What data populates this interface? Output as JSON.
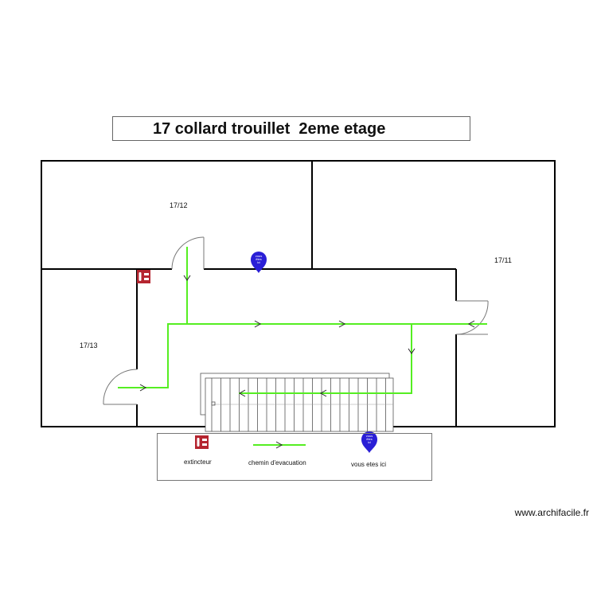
{
  "title": "17 collard trouillet  2eme etage",
  "rooms": {
    "r1712": "17/12",
    "r1711": "17/11",
    "r1713": "17/13"
  },
  "pin_text": [
    "vous",
    "êtes",
    "ici"
  ],
  "legend": {
    "extincteur": "extincteur",
    "evacuation": "chemin d'evacuation",
    "here": "vous etes ici"
  },
  "footer": "www.archifacile.fr",
  "colors": {
    "wall": "#000000",
    "evacuation": "#55ee22",
    "pin": "#2a1fd6",
    "extinguisher": "#b52530"
  },
  "icons": [
    "door-swing-icon",
    "fire-extinguisher-icon",
    "location-pin-icon",
    "staircase-icon",
    "arrow-icon"
  ]
}
